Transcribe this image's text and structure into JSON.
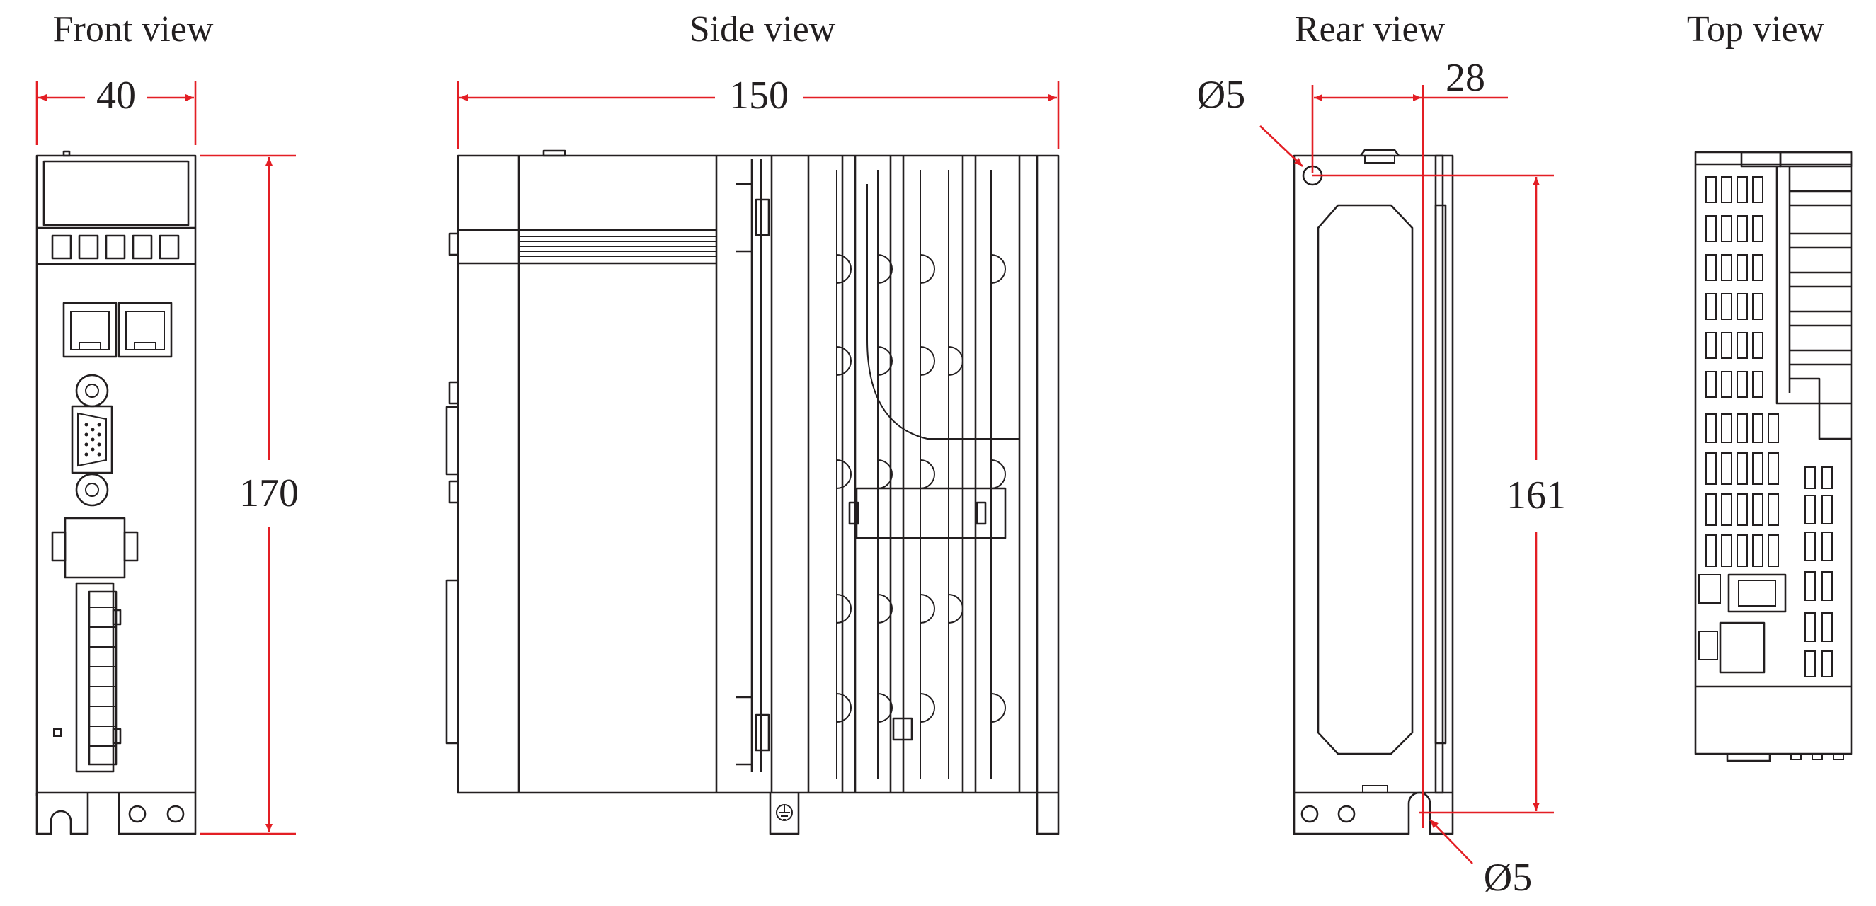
{
  "views": {
    "front": "Front view",
    "side": "Side view",
    "rear": "Rear view",
    "top": "Top view"
  },
  "dimensions": {
    "front_width": "40",
    "front_height": "170",
    "side_depth": "150",
    "rear_hole_spacing": "28",
    "rear_height": "161",
    "rear_hole_top": "Ø5",
    "rear_hole_bottom": "Ø5"
  },
  "colors": {
    "dimension_line": "#e31e24",
    "outline": "#231f20"
  }
}
